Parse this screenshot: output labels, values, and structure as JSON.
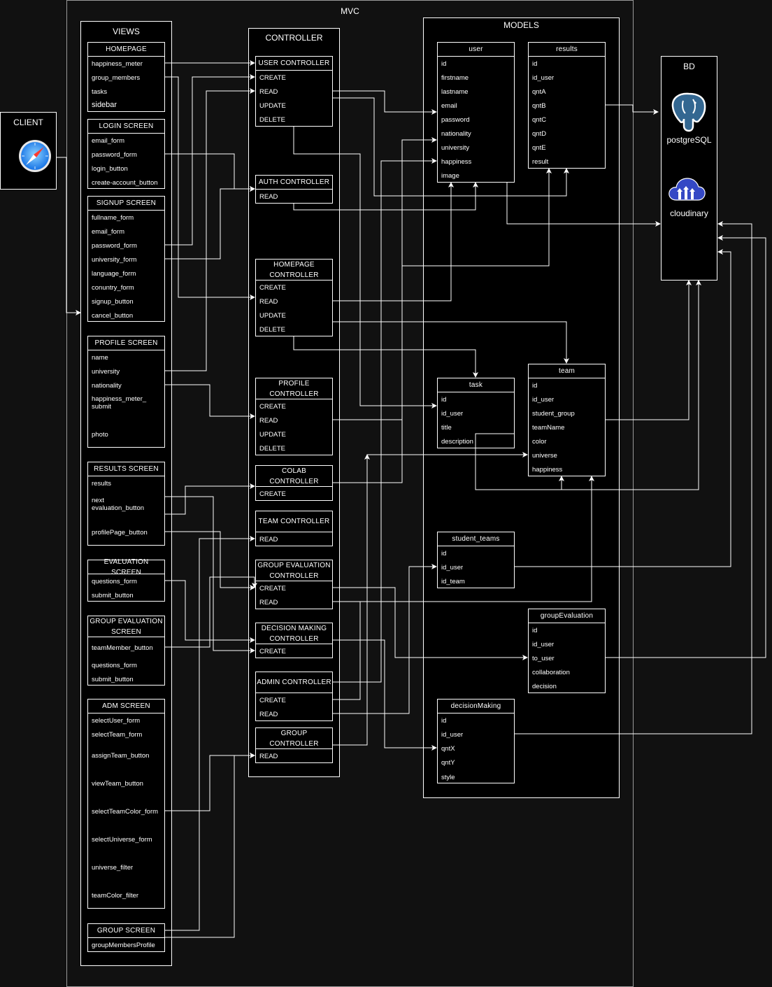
{
  "client": {
    "label": "CLIENT",
    "icon": "safari-compass-icon"
  },
  "mvc": {
    "label": "MVC"
  },
  "database": {
    "label": "BD",
    "services": [
      {
        "name": "postgreSQL",
        "icon": "postgresql-elephant-icon"
      },
      {
        "name": "cloudinary",
        "icon": "cloudinary-cloud-icon"
      }
    ]
  },
  "views": {
    "label": "VIEWS",
    "screens": [
      {
        "title": "HOMEPAGE",
        "items": [
          "happiness_meter",
          "group_members",
          "tasks",
          "sidebar"
        ]
      },
      {
        "title": "LOGIN SCREEN",
        "items": [
          "email_form",
          "password_form",
          "login_button",
          "create-account_button"
        ]
      },
      {
        "title": "SIGNUP SCREEN",
        "items": [
          "fullname_form",
          "email_form",
          "password_form",
          "university_form",
          "language_form",
          "conuntry_form",
          "signup_button",
          "cancel_button"
        ]
      },
      {
        "title": "PROFILE SCREEN",
        "items": [
          "name",
          "university",
          "nationality",
          "happiness_meter_\nsubmit",
          "photo"
        ]
      },
      {
        "title": "RESULTS SCREEN",
        "items": [
          "results",
          "next\nevaluation_button",
          "profilePage_button"
        ]
      },
      {
        "title": "EVALUATION SCREEN",
        "items": [
          "questions_form",
          "submit_button"
        ]
      },
      {
        "title": "GROUP EVALUATION\nSCREEN",
        "items": [
          "teamMember_button",
          "questions_form",
          "submit_button"
        ]
      },
      {
        "title": "ADM SCREEN",
        "items": [
          "selectUser_form",
          "selectTeam_form",
          "assignTeam_button",
          "viewTeam_button",
          "selectTeamColor_form",
          "selectUniverse_form",
          "universe_filter",
          "teamColor_filter"
        ]
      },
      {
        "title": "GROUP SCREEN",
        "items": [
          "groupMembersProfile"
        ]
      }
    ]
  },
  "controller": {
    "label": "CONTROLLER",
    "controllers": [
      {
        "title": "USER CONTROLLER",
        "items": [
          "CREATE",
          "READ",
          "UPDATE",
          "DELETE"
        ]
      },
      {
        "title": "AUTH CONTROLLER",
        "items": [
          "READ"
        ]
      },
      {
        "title": "HOMEPAGE\nCONTROLLER",
        "items": [
          "CREATE",
          "READ",
          "UPDATE",
          "DELETE"
        ]
      },
      {
        "title": "PROFILE\nCONTROLLER",
        "items": [
          "CREATE",
          "READ",
          "UPDATE",
          "DELETE"
        ]
      },
      {
        "title": "COLAB CONTROLLER",
        "items": [
          "CREATE"
        ]
      },
      {
        "title": "TEAM CONTROLLER",
        "items": [
          "READ"
        ]
      },
      {
        "title": "GROUP EVALUATION\nCONTROLLER",
        "items": [
          "CREATE",
          "READ"
        ]
      },
      {
        "title": "DECISION MAKING\nCONTROLLER",
        "items": [
          "CREATE"
        ]
      },
      {
        "title": "ADMIN CONTROLLER",
        "items": [
          "CREATE",
          "READ"
        ]
      },
      {
        "title": "GROUP CONTROLLER",
        "items": [
          "READ"
        ]
      }
    ]
  },
  "models": {
    "label": "MODELS",
    "tables": [
      {
        "title": "user",
        "items": [
          "id",
          "firstname",
          "lastname",
          "email",
          "password",
          "nationality",
          "university",
          "happiness",
          "image"
        ]
      },
      {
        "title": "results",
        "items": [
          "id",
          "id_user",
          "qntA",
          "qntB",
          "qntC",
          "qntD",
          "qntE",
          "result"
        ]
      },
      {
        "title": "task",
        "items": [
          "id",
          "id_user",
          "title",
          "description"
        ]
      },
      {
        "title": "team",
        "items": [
          "id",
          "id_user",
          "student_group",
          "teamName",
          "color",
          "universe",
          "happiness"
        ]
      },
      {
        "title": "student_teams",
        "items": [
          "id",
          "id_user",
          "id_team"
        ]
      },
      {
        "title": "groupEvaluation",
        "items": [
          "id",
          "id_user",
          "to_user",
          "collaboration",
          "decision"
        ]
      },
      {
        "title": "decisionMaking",
        "items": [
          "id",
          "id_user",
          "qntX",
          "qntY",
          "style"
        ]
      }
    ]
  },
  "colors": {
    "background": "#111111",
    "box": "#000000",
    "line": "#ffffff"
  }
}
